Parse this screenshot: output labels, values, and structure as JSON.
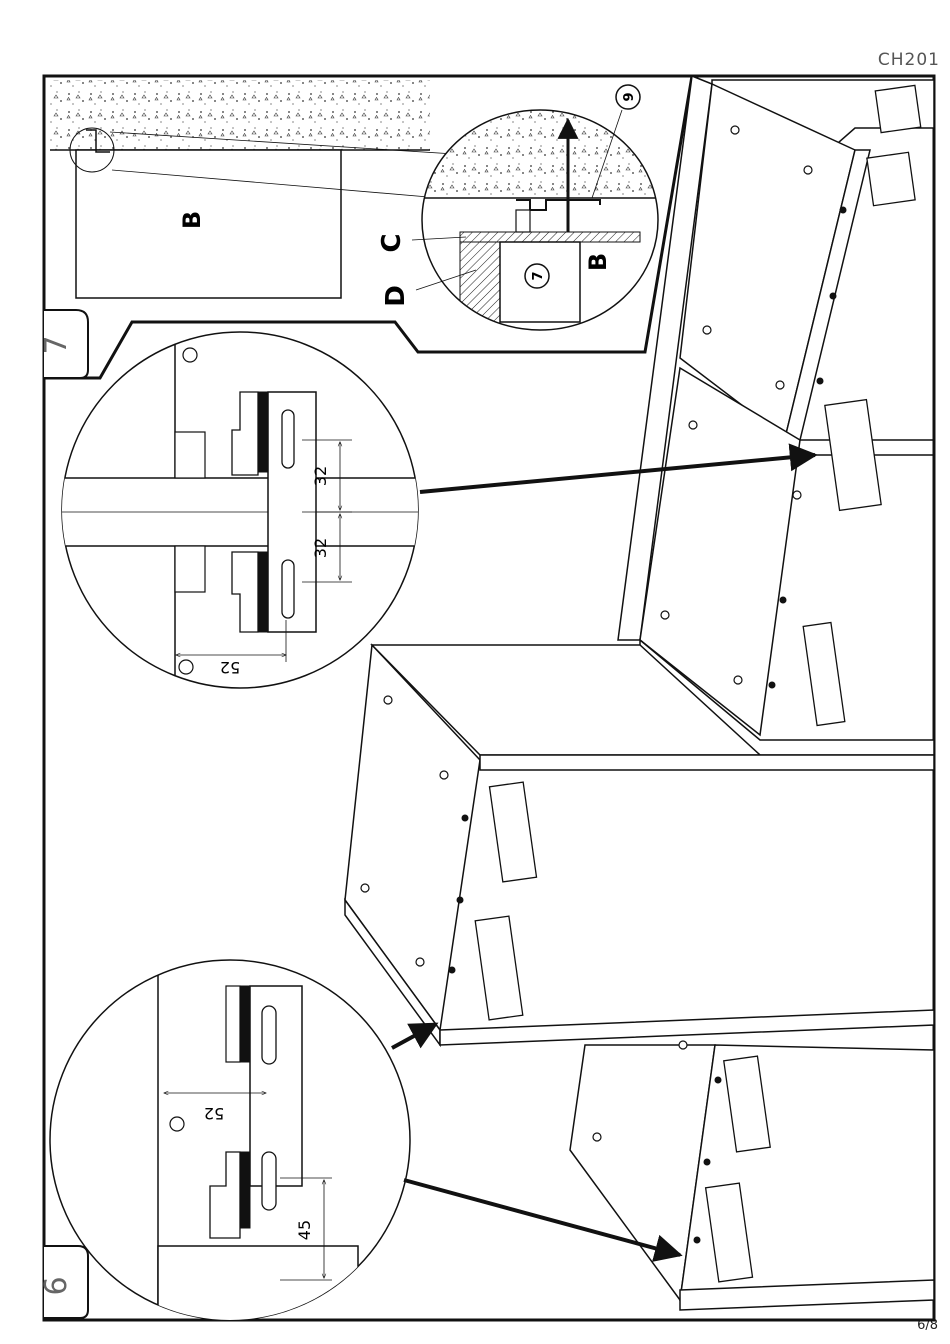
{
  "header": {
    "model_code": "CH201"
  },
  "footer": {
    "page_number": "6/8"
  },
  "steps": {
    "step_seven": "7",
    "step_six": "6"
  },
  "labels": {
    "part_b": "B",
    "part_c": "C",
    "part_d": "D",
    "callout_nine": "9",
    "callout_seven": "7"
  },
  "dimensions": {
    "spacing_upper": "32",
    "spacing_lower": "32",
    "offset_upper_detail": "52",
    "offset_lower_detail": "52",
    "height_lower_detail": "45"
  }
}
